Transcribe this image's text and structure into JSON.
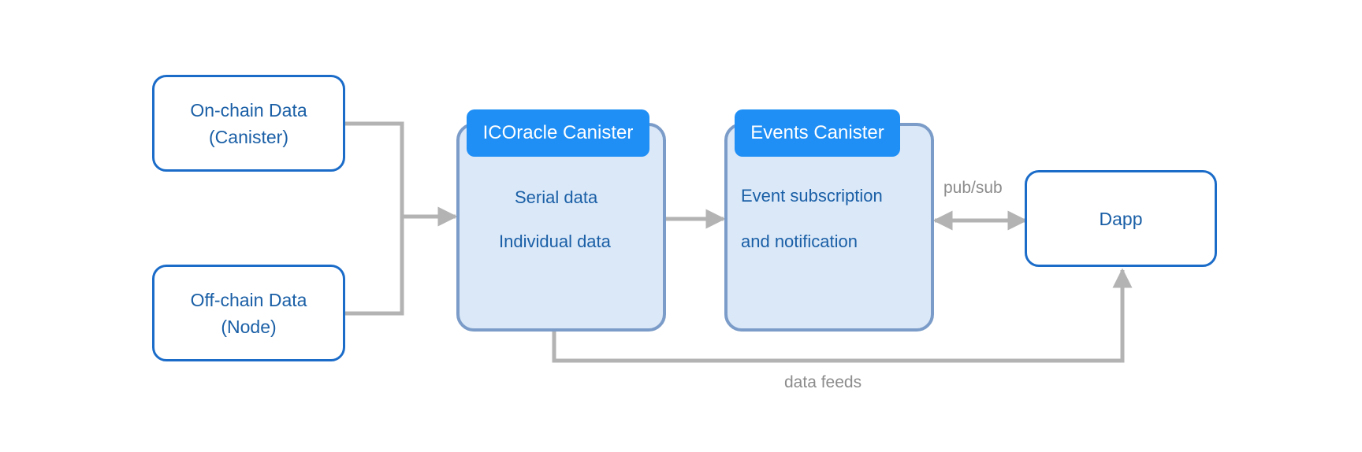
{
  "sources": {
    "onchain": {
      "line1": "On-chain Data",
      "line2": "(Canister)"
    },
    "offchain": {
      "line1": "Off-chain Data",
      "line2": "(Node)"
    }
  },
  "icoracle": {
    "title": "ICOracle Canister",
    "line1": "Serial data",
    "line2": "Individual data"
  },
  "events": {
    "title": "Events Canister",
    "line1": "Event subscription",
    "line2": "and notification"
  },
  "dapp": {
    "label": "Dapp"
  },
  "edges": {
    "pubsub": "pub/sub",
    "datafeeds": "data feeds"
  },
  "colors": {
    "box_border": "#1b6cc9",
    "text_blue": "#1a5fa6",
    "tab_fill": "#1f8ff5",
    "canister_fill": "#dbe8f8",
    "canister_border": "#7b9cc8",
    "connector": "#b3b3b3",
    "edge_label": "#8c8c8c"
  }
}
